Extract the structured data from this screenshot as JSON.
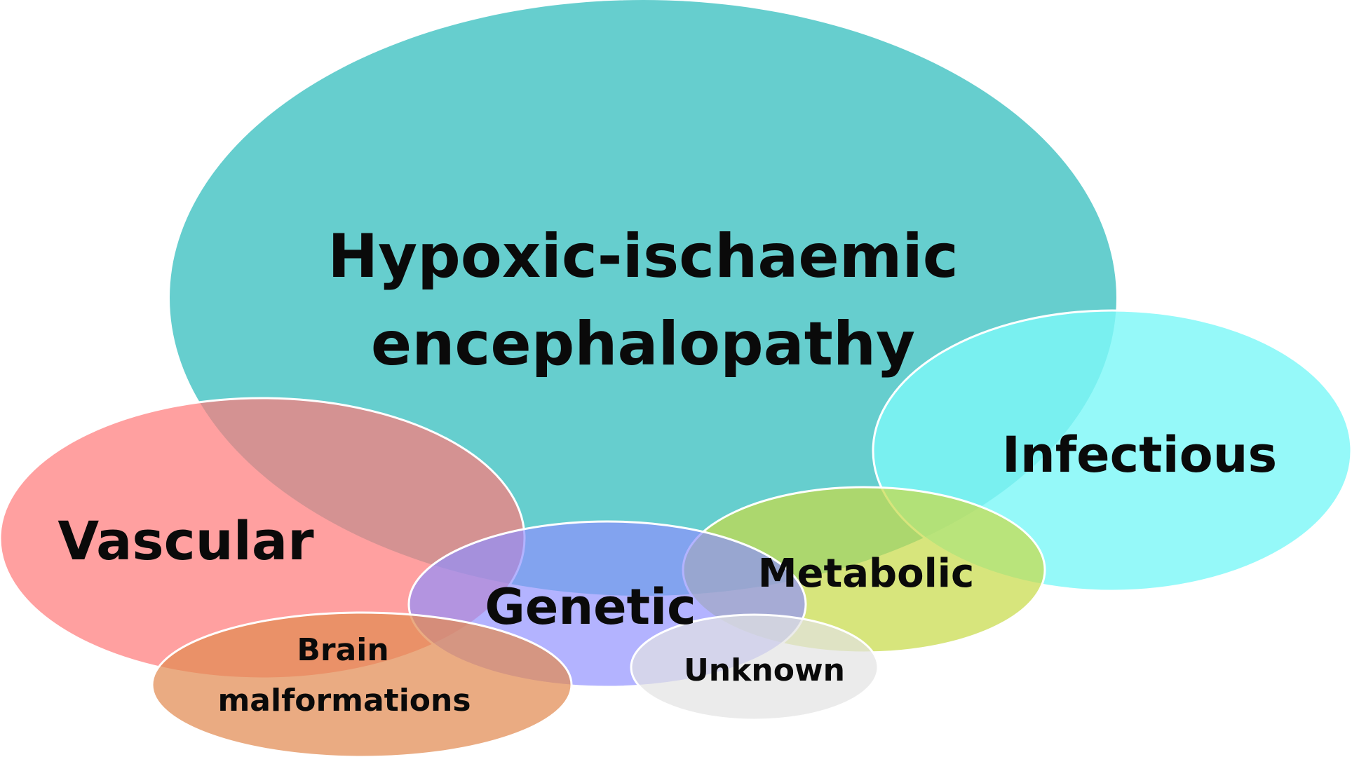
{
  "diagram": {
    "categories": [
      {
        "id": "hypoxic",
        "label_lines": [
          "Hypoxic-ischaemic",
          "encephalopathy"
        ],
        "color": "#5ecbcb"
      },
      {
        "id": "infectious",
        "label_lines": [
          "Infectious"
        ],
        "color": "#7ef8f8"
      },
      {
        "id": "vascular",
        "label_lines": [
          "Vascular"
        ],
        "color": "#ff7b7b"
      },
      {
        "id": "metabolic",
        "label_lines": [
          "Metabolic"
        ],
        "color": "#c8db4a"
      },
      {
        "id": "genetic",
        "label_lines": [
          "Genetic"
        ],
        "color": "#8f8fff"
      },
      {
        "id": "brain",
        "label_lines": [
          "Brain",
          "malformations"
        ],
        "color": "#e28a52"
      },
      {
        "id": "unknown",
        "label_lines": [
          "Unknown"
        ],
        "color": "#e2e2e2"
      }
    ]
  }
}
